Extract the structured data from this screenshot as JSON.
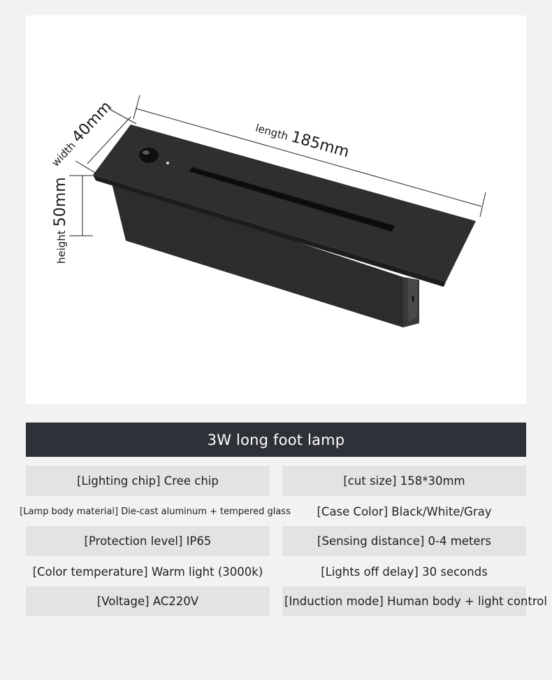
{
  "product_image": {
    "alt": "Black rectangular recessed LED foot lamp with motion sensor and light slot",
    "dimensions": {
      "width": {
        "label": "width",
        "value": "40mm"
      },
      "length": {
        "label": "length",
        "value": "185mm"
      },
      "height": {
        "label": "height",
        "value": "50mm"
      }
    }
  },
  "title": "3W long foot lamp",
  "specs": [
    {
      "label": "[Lighting chip]",
      "value": "Cree chip",
      "text": "[Lighting chip] Cree chip"
    },
    {
      "label": "[cut size]",
      "value": "158*30mm",
      "text": "[cut size] 158*30mm"
    },
    {
      "label": "[Lamp body material]",
      "value": "Die-cast aluminum + tempered glass",
      "text": "[Lamp body material] Die-cast aluminum + tempered glass"
    },
    {
      "label": "[Case Color]",
      "value": "Black/White/Gray",
      "text": "[Case Color] Black/White/Gray"
    },
    {
      "label": "[Protection level]",
      "value": "IP65",
      "text": "[Protection level] IP65"
    },
    {
      "label": "[Sensing distance]",
      "value": "0-4 meters",
      "text": "[Sensing distance] 0-4 meters"
    },
    {
      "label": "[Color temperature]",
      "value": "Warm light (3000k)",
      "text": "[Color temperature] Warm light (3000k)"
    },
    {
      "label": "[Lights off delay]",
      "value": "30 seconds",
      "text": "[Lights off delay] 30 seconds"
    },
    {
      "label": "[Voltage]",
      "value": "AC220V",
      "text": "[Voltage] AC220V"
    },
    {
      "label": "[Induction mode]",
      "value": "Human body + light control",
      "text": "[Induction mode] Human body + light control"
    }
  ],
  "colors": {
    "page_background": "#f2f2f2",
    "photo_background": "#ffffff",
    "title_bar": "#2f3138",
    "title_text": "#ffffff",
    "spec_cell": "#e3e3e3",
    "lamp_body": "#2b2a2b"
  }
}
